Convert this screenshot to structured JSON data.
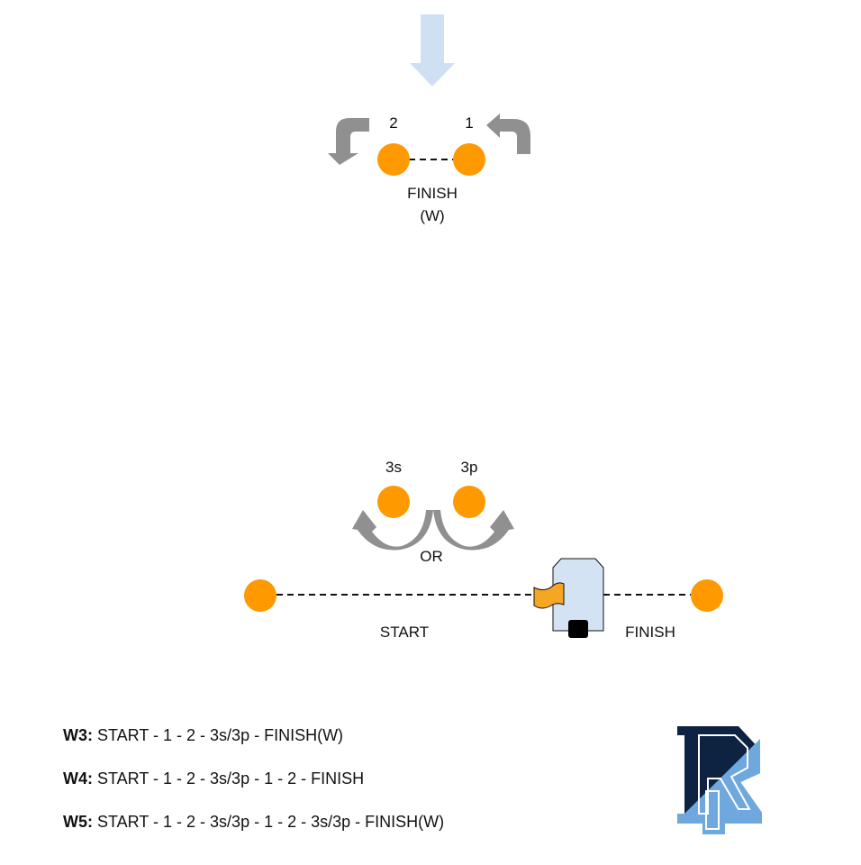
{
  "colors": {
    "mark": "#FF9900",
    "turn_arrow": "#909090",
    "wind_arrow": "#CFE0F2",
    "boat_fill": "#D3E3F4",
    "flag": "#F5A623",
    "line": "#111111",
    "logo_dark": "#0E2342",
    "logo_light": "#6FA8DC"
  },
  "top_gate": {
    "mark_left_label": "2",
    "mark_right_label": "1",
    "finish_label": "FINISH",
    "finish_sub": "(W)"
  },
  "bottom_gate": {
    "mark_left_label": "3s",
    "mark_right_label": "3p",
    "or_label": "OR"
  },
  "start_line": {
    "start_label": "START",
    "finish_label": "FINISH"
  },
  "icons": {
    "wind": "wind-arrow-icon",
    "committee_boat": "committee-boat-icon",
    "flag": "flag-icon",
    "logo": "uri-rams-logo-icon"
  },
  "courses": [
    {
      "code": "W3:",
      "route": "START - 1 - 2 - 3s/3p - FINISH(W)"
    },
    {
      "code": "W4:",
      "route": "START - 1 - 2 - 3s/3p - 1 - 2 - FINISH"
    },
    {
      "code": "W5:",
      "route": "START - 1 - 2 - 3s/3p - 1 - 2 - 3s/3p - FINISH(W)"
    }
  ]
}
